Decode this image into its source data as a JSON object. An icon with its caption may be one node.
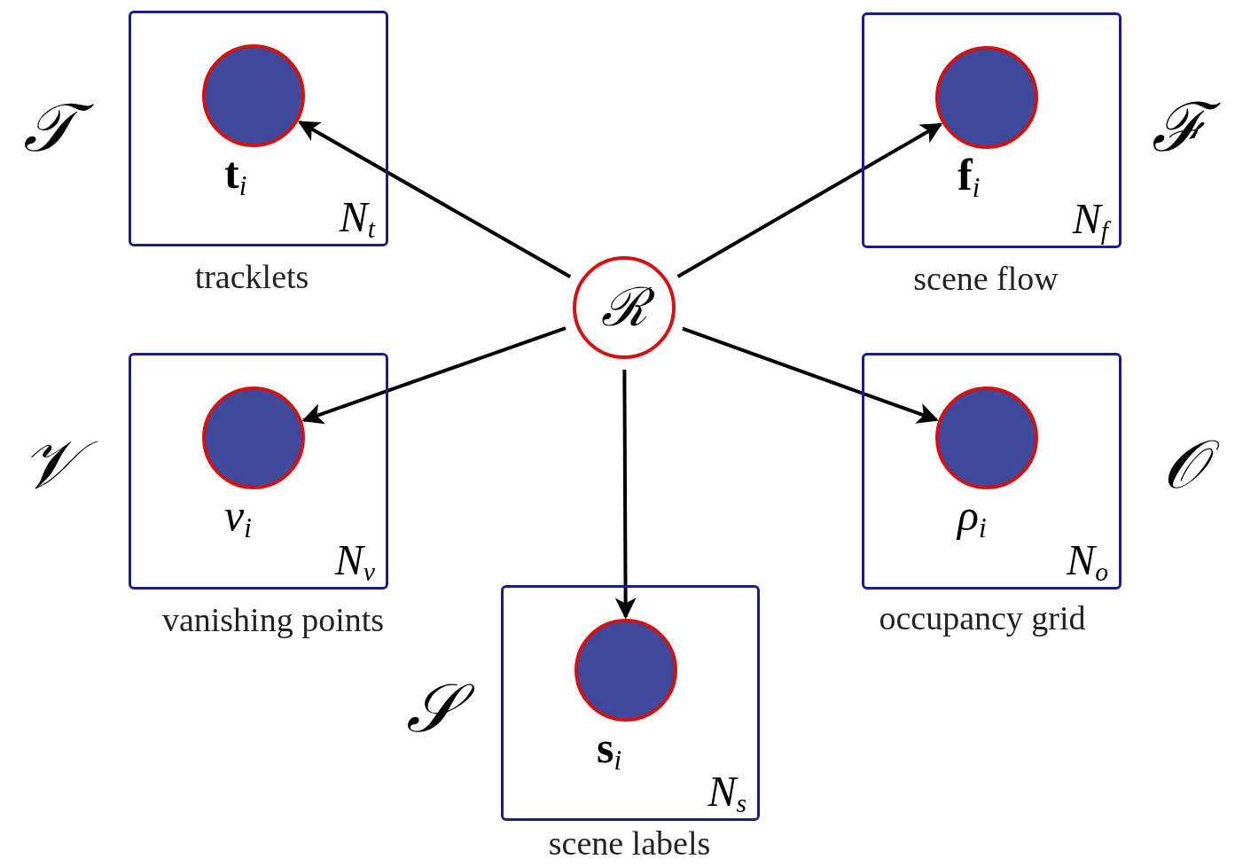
{
  "diagram": {
    "nodes": [
      {
        "text": [
          "N$_{t}$"
        ],
        "beside": [
          "tracklets",
          "𝒯"
        ]
      },
      {
        "text": [],
        "shape": "circle",
        "in": 0,
        "beside": [
          "**t**$_{i}$"
        ]
      },
      {
        "text": [
          "N$_{f}$"
        ],
        "beside": [
          "scene flow",
          "ℱ"
        ]
      },
      {
        "text": [],
        "shape": "circle",
        "in": 2,
        "beside": [
          "**f**$_{i}$"
        ]
      },
      {
        "text": [
          "ℛ"
        ]
      },
      {
        "text": [
          "N$_{v}$"
        ],
        "beside": [
          "vanishing points",
          "𝒱"
        ]
      },
      {
        "text": [],
        "shape": "circle",
        "in": 5,
        "beside": [
          "v$_{i}$"
        ]
      },
      {
        "text": [
          "N$_{o}$"
        ],
        "beside": [
          "occupancy grid",
          "𝒪"
        ]
      },
      {
        "text": [],
        "shape": "circle",
        "in": 7,
        "beside": [
          "ρ$_{i}$"
        ]
      },
      {
        "text": [
          "N$_{s}$"
        ],
        "beside": [
          "scene labels",
          "𝒮"
        ]
      },
      {
        "text": [],
        "shape": "circle",
        "in": 9,
        "beside": [
          "**s**$_{i}$"
        ]
      }
    ],
    "edges": [
      {
        "from": 4,
        "to": 1,
        "arrow": "to"
      },
      {
        "from": 4,
        "to": 3,
        "arrow": "to"
      },
      {
        "from": 4,
        "to": 6,
        "arrow": "to"
      },
      {
        "from": 4,
        "to": 8,
        "arrow": "to"
      },
      {
        "from": 4,
        "to": 10,
        "arrow": "to"
      }
    ]
  }
}
